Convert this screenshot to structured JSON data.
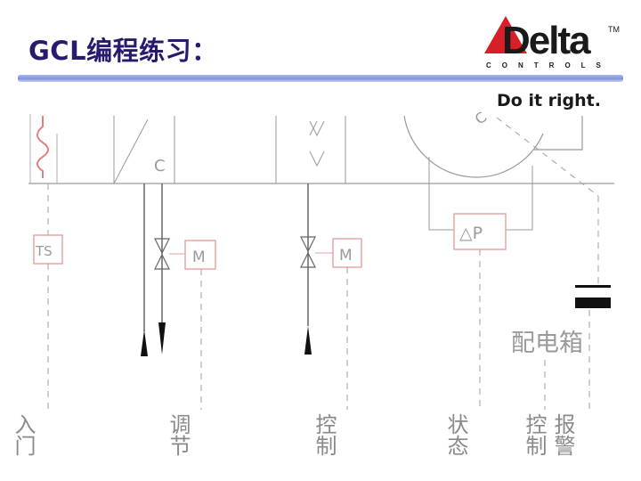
{
  "header": {
    "title": "GCL编程练习：",
    "tagline": "Do it right."
  },
  "logo": {
    "brand": "Delta",
    "sub": "CONTROLS",
    "tm": "TM",
    "colors": {
      "mark": "#d61f26",
      "text": "#1a1a1a"
    }
  },
  "diagram": {
    "labels": {
      "c_top": "C",
      "c_fan": "C",
      "ts": "TS",
      "m1": "M",
      "m2": "M",
      "dp": "△P",
      "panel": "配电箱"
    },
    "bottom_labels": [
      "入门",
      "调节",
      "控制",
      "状态",
      "控制",
      "报警"
    ],
    "colors": {
      "line": "#9a9a9a",
      "box": "#e8a0a0",
      "zigzag": "#e48080",
      "arrow": "#111111"
    }
  }
}
